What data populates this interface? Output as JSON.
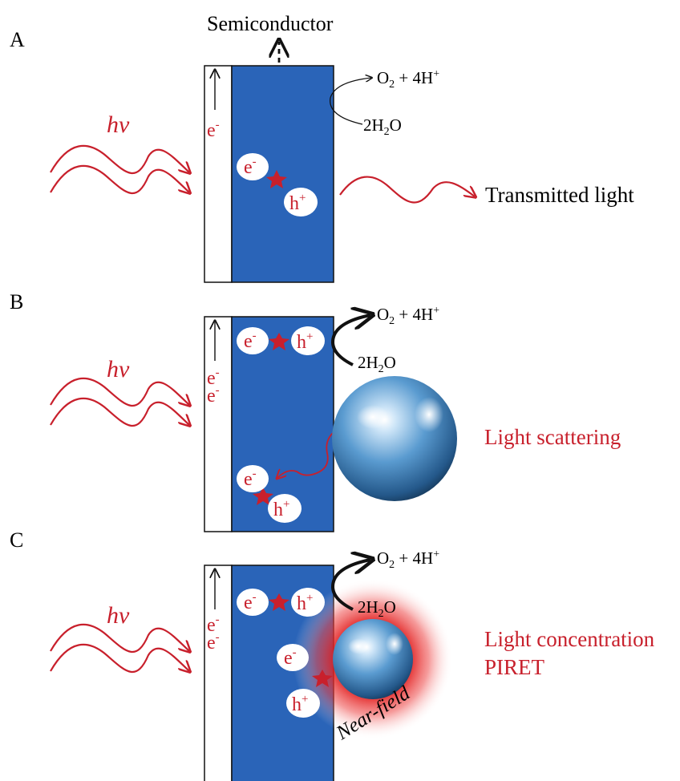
{
  "panels": {
    "a": {
      "letter": "A",
      "semiconductor_label": "Semiconductor",
      "hv": "hv",
      "electron": "e",
      "electron_sup": "-",
      "hole": "h",
      "hole_sup": "+",
      "o2": "O",
      "o2_sub": "2",
      "o2_rest": " + 4H",
      "o2_sup": "+",
      "water": "2H",
      "water_sub": "2",
      "water_rest": "O",
      "transmitted": "Transmitted light"
    },
    "b": {
      "letter": "B",
      "hv": "hv",
      "electron": "e",
      "electron_sup": "-",
      "hole": "h",
      "hole_sup": "+",
      "o2": "O",
      "o2_sub": "2",
      "o2_rest": " + 4H",
      "o2_sup": "+",
      "water": "2H",
      "water_sub": "2",
      "water_rest": "O",
      "effect": "Light scattering"
    },
    "c": {
      "letter": "C",
      "hv": "hv",
      "electron": "e",
      "electron_sup": "-",
      "hole": "h",
      "hole_sup": "+",
      "o2": "O",
      "o2_sub": "2",
      "o2_rest": " + 4H",
      "o2_sup": "+",
      "water": "2H",
      "water_sub": "2",
      "water_rest": "O",
      "effect_line1": "Light concentration",
      "effect_line2": "PIRET",
      "near_field": "Near-field"
    }
  },
  "colors": {
    "semiconductor": "#2a64b8",
    "light": "#c8202c",
    "text_red": "#c8202c",
    "reaction_arrow": "#111111"
  }
}
